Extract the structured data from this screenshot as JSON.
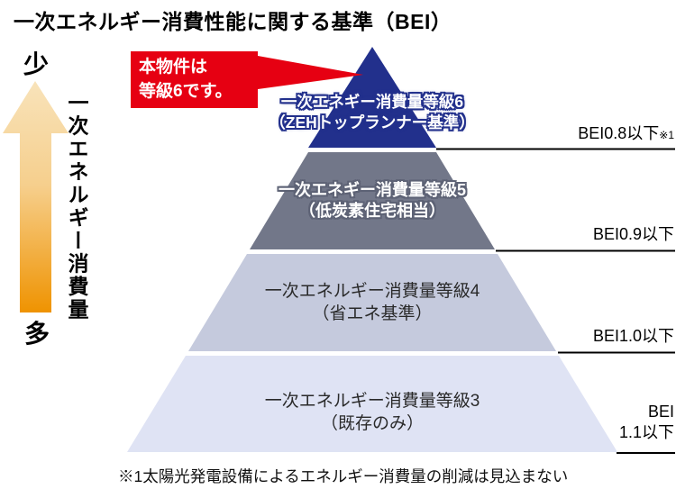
{
  "title": "一次エネルギー消費性能に関する基準（BEI）",
  "axis": {
    "low": "少",
    "high": "多",
    "label": "一次エネルギー消費量"
  },
  "callout": {
    "line1": "本物件は",
    "line2": "等級6です。"
  },
  "levels": [
    {
      "grade": "一次エネギー消費量等級6",
      "sub": "（ZEHトップランナー基準）"
    },
    {
      "grade": "一次エネギー消費量等級5",
      "sub": "（低炭素住宅相当）"
    },
    {
      "grade": "一次エネルギー消費量等級4",
      "sub": "（省エネ基準）"
    },
    {
      "grade": "一次エネルギー消費量等級3",
      "sub": "（既存のみ）"
    }
  ],
  "bei_labels": [
    {
      "text": "BEI0.8以下",
      "note": "※1"
    },
    {
      "text": "BEI0.9以下"
    },
    {
      "text": "BEI1.0以下"
    },
    {
      "line1": "BEI",
      "line2": "1.1以下"
    }
  ],
  "footnote": "※1太陽光発電設備によるエネルギー消費量の削減は見込まない",
  "colors": {
    "level6": "#22308c",
    "level5": "#727789",
    "level4": "#c5cadd",
    "level3": "#dfe3f4",
    "callout_red": "#e60012",
    "arrow_top": "#f8e3ba",
    "arrow_mid": "#f6cf8d",
    "arrow_bottom": "#ef9301",
    "line": "#000000"
  }
}
